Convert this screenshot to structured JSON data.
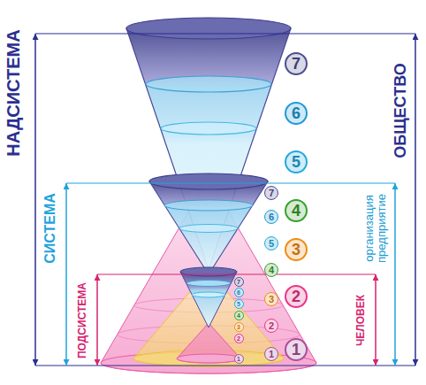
{
  "diagram": {
    "nodes": [
      {
        "text": [
          "7"
        ]
      },
      {
        "text": [
          "6"
        ]
      },
      {
        "text": [
          "5"
        ]
      },
      {
        "text": [
          "4"
        ]
      },
      {
        "text": [
          "3"
        ]
      },
      {
        "text": [
          "2"
        ]
      },
      {
        "text": [
          "1"
        ]
      },
      {
        "text": [
          "7"
        ]
      },
      {
        "text": [
          "6"
        ]
      },
      {
        "text": [
          "5"
        ]
      },
      {
        "text": [
          "4"
        ]
      },
      {
        "text": [
          "3"
        ]
      },
      {
        "text": [
          "2"
        ]
      },
      {
        "text": [
          "1"
        ]
      },
      {
        "text": [
          "7"
        ]
      },
      {
        "text": [
          "6"
        ]
      },
      {
        "text": [
          "5"
        ]
      },
      {
        "text": [
          "4"
        ]
      },
      {
        "text": [
          "3"
        ]
      },
      {
        "text": [
          "2"
        ]
      },
      {
        "text": [
          "1"
        ]
      }
    ],
    "labels": [
      "НАДСИСТЕМА",
      "СИСТЕМА",
      "ПОДСИСТЕМА",
      "ОБЩЕСТВО",
      "организация предприятие",
      "ЧЕЛОВЕК"
    ]
  }
}
